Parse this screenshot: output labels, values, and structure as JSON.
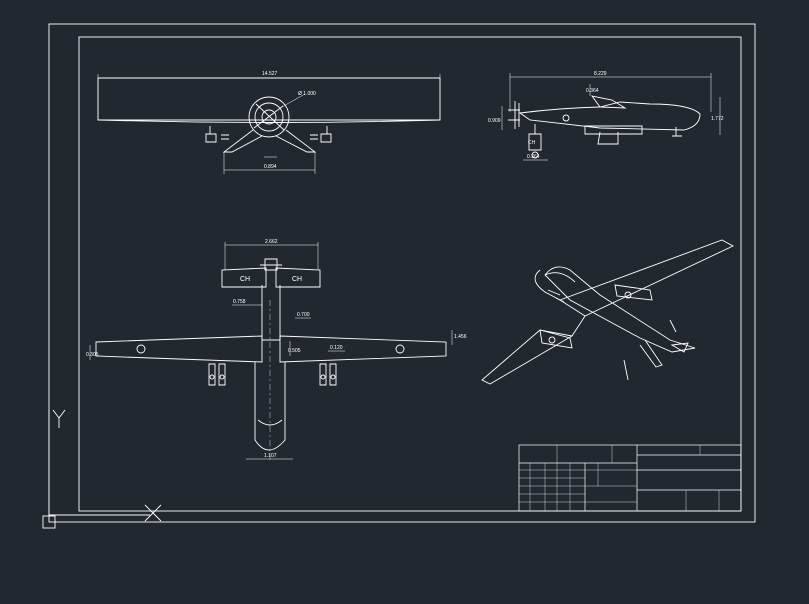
{
  "colors": {
    "background": "#212830",
    "line": "#ffffff"
  },
  "dimensions": {
    "front_span": "14.527",
    "front_prop_dia": "Ø 1.000",
    "front_tail": "0.894",
    "side_length": "8.229",
    "side_height": "1.772",
    "side_left_height": "0.909",
    "side_gear": "0.364",
    "side_gear_lower": "0.364",
    "top_tail_span": "2.662",
    "top_stab": "0.758",
    "top_wing_chord": "1.456",
    "top_wing_mid": "0.700",
    "top_wing_right": "0.120",
    "top_fuselage": "1.107",
    "top_wing_tip_l": "0.305",
    "top_wing_tip_r": "0.505"
  },
  "markings": {
    "tail_left": "CH",
    "tail_right": "CH",
    "side_marking": "CH"
  },
  "ucs": {
    "y_axis": "Y",
    "x_axis": "X"
  }
}
